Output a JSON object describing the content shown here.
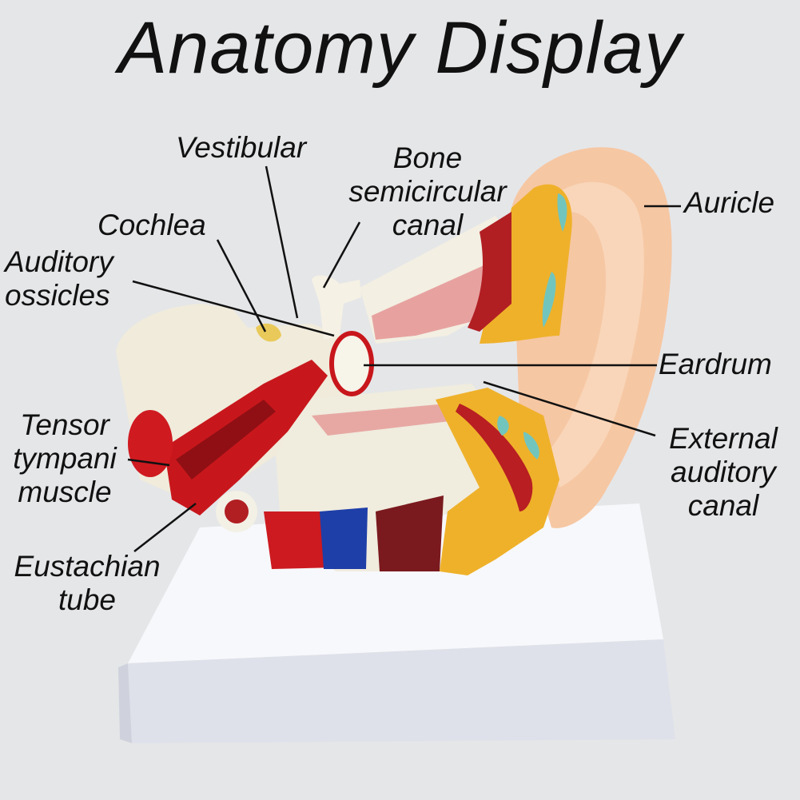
{
  "title": "Anatomy Display",
  "labels": {
    "vestibular": "Vestibular",
    "bone_semicircular_canal": "Bone\nsemicircular\ncanal",
    "cochlea": "Cochlea",
    "auricle": "Auricle",
    "auditory_ossicles": "Auditory\nossicles",
    "eardrum": "Eardrum",
    "tensor_tympani_muscle": "Tensor\ntympani\nmuscle",
    "external_auditory_canal": "External\nauditory\ncanal",
    "eustachian_tube": "Eustachian\ntube"
  },
  "colors": {
    "background": "#e5e6e8",
    "skin": "#f6c9a6",
    "cartilage_yellow": "#efb32a",
    "muscle_red": "#c8171c",
    "bone_cream": "#f1ecdc",
    "vessel_blue": "#1e3fa8",
    "base_white": "#f3f4f8"
  }
}
